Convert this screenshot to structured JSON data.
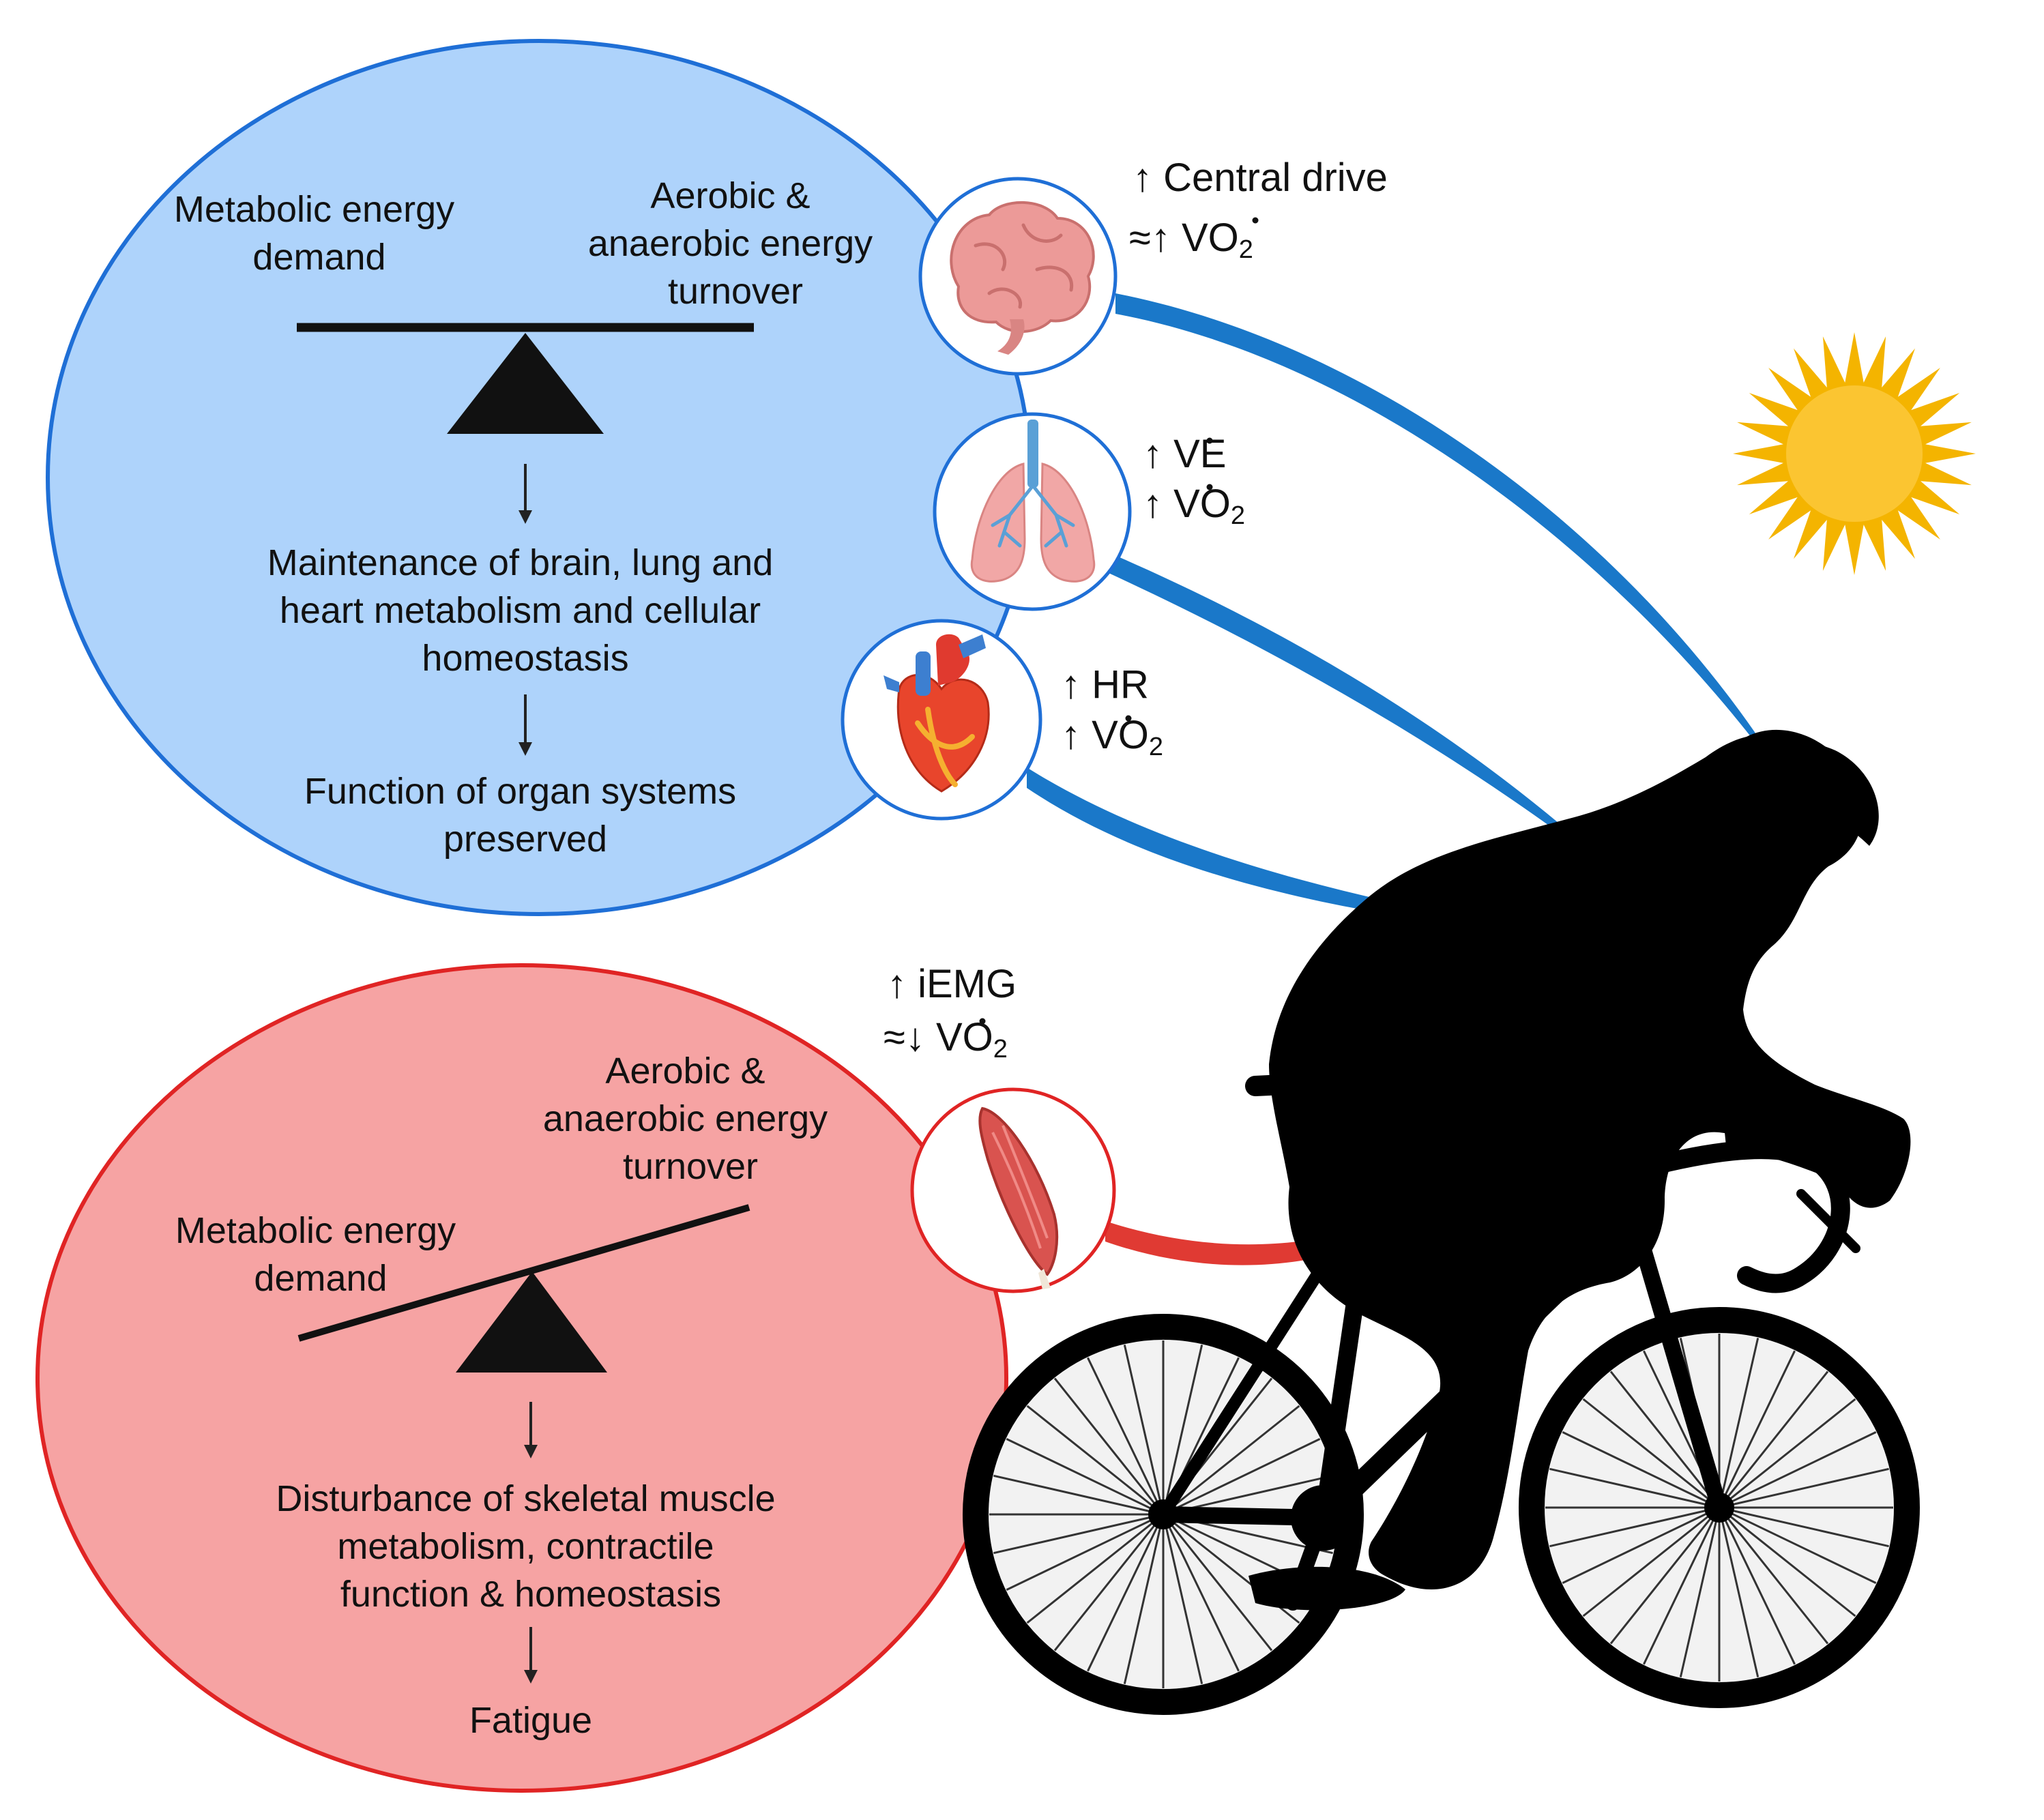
{
  "colors": {
    "upper_fill": "#aed3fb",
    "upper_stroke": "#1f6fd6",
    "lower_fill": "#f6a3a3",
    "lower_stroke": "#e02424",
    "blue_link": "#1a78c9",
    "red_link": "#e03a33",
    "sun_core": "#fbc531",
    "sun_rays": "#f4b400",
    "silhouette": "#000000"
  },
  "upper_panel": {
    "demand_label": [
      "Metabolic energy",
      "demand"
    ],
    "turnover_label": [
      "Aerobic &",
      "anaerobic energy",
      "turnover"
    ],
    "maintenance_label": [
      "Maintenance of brain, lung and",
      "heart metabolism and cellular",
      "homeostasis"
    ],
    "preserved_label": [
      "Function of organ systems",
      "preserved"
    ]
  },
  "lower_panel": {
    "turnover_label": [
      "Aerobic &",
      "anaerobic energy",
      "turnover"
    ],
    "demand_label": [
      "Metabolic energy",
      "demand"
    ],
    "disturbance_label": [
      "Disturbance of skeletal muscle",
      "metabolism, contractile",
      "function & homeostasis"
    ],
    "fatigue_label": "Fatigue"
  },
  "organs": {
    "brain": {
      "icon": "brain-icon",
      "line1": "↑ Central drive",
      "line2": "≈↑  VO",
      "line2_sub": "2"
    },
    "lungs": {
      "icon": "lungs-icon",
      "line1": "↑  VE",
      "line2": "↑  VO",
      "line2_sub": "2"
    },
    "heart": {
      "icon": "heart-icon",
      "line1": "↑  HR",
      "line2": "↑  VO",
      "line2_sub": "2"
    },
    "muscle": {
      "icon": "muscle-icon",
      "line1": "↑ iEMG",
      "line2": "≈↓  VO",
      "line2_sub": "2"
    }
  },
  "decor": {
    "sun": "sun-icon",
    "rider": "cyclist-silhouette"
  }
}
